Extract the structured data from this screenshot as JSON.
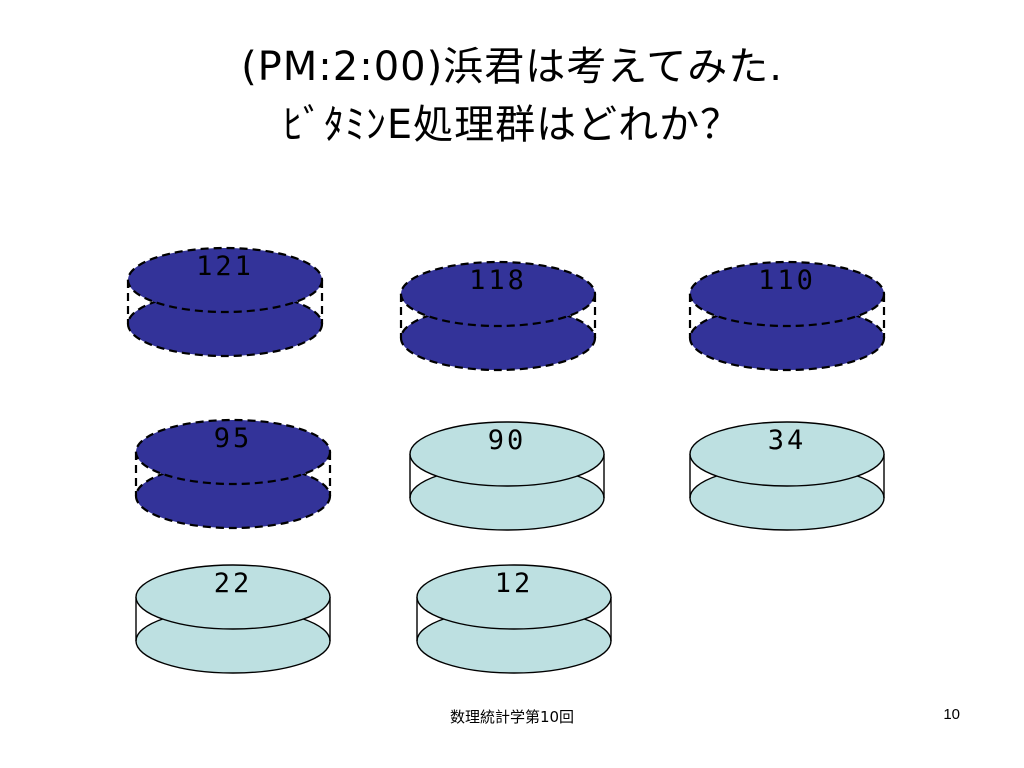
{
  "slide": {
    "title_line1": "(PM:2:00)浜君は考えてみた.",
    "title_line2": "ﾋﾞﾀﾐﾝE処理群はどれか？"
  },
  "colors": {
    "treated_fill": "#333399",
    "control_fill": "#bde0e1",
    "outline": "#000000"
  },
  "dishes": [
    {
      "label": "121",
      "style": "treated"
    },
    {
      "label": "118",
      "style": "treated"
    },
    {
      "label": "110",
      "style": "treated"
    },
    {
      "label": "95",
      "style": "treated"
    },
    {
      "label": "90",
      "style": "control"
    },
    {
      "label": "34",
      "style": "control"
    },
    {
      "label": "22",
      "style": "control"
    },
    {
      "label": "12",
      "style": "control"
    }
  ],
  "footer": {
    "course": "数理統計学第10回",
    "page_number": "10"
  }
}
